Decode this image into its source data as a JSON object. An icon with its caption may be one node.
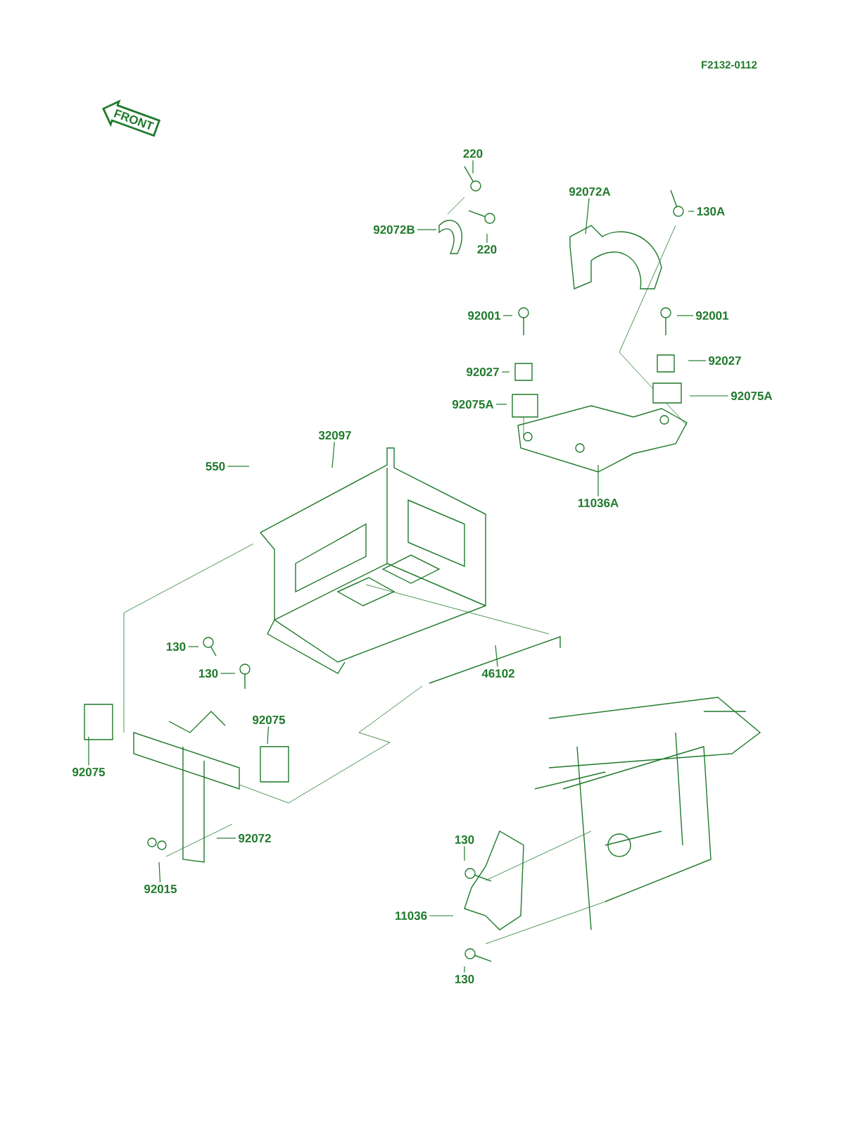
{
  "diagram": {
    "nodes": [
      {
        "text": [
          "FRONT"
        ]
      },
      {
        "text": [
          "220"
        ]
      },
      {
        "text": [
          "92072B"
        ]
      },
      {
        "text": [
          "220"
        ]
      },
      {
        "text": [
          "92072A"
        ]
      },
      {
        "text": [
          "130A"
        ]
      },
      {
        "text": [
          "92001"
        ]
      },
      {
        "text": [
          "92001"
        ]
      },
      {
        "text": [
          "92027"
        ]
      },
      {
        "text": [
          "92027"
        ]
      },
      {
        "text": [
          "92075A"
        ]
      },
      {
        "text": [
          "92075A"
        ]
      },
      {
        "text": [
          "32097"
        ]
      },
      {
        "text": [
          "550"
        ]
      },
      {
        "text": [
          "11036A"
        ]
      },
      {
        "text": [
          "130"
        ]
      },
      {
        "text": [
          "130"
        ]
      },
      {
        "text": [
          "46102"
        ]
      },
      {
        "text": [
          "92075"
        ]
      },
      {
        "text": [
          "92075"
        ]
      },
      {
        "text": [
          "92072"
        ]
      },
      {
        "text": [
          "92015"
        ]
      },
      {
        "text": [
          "130"
        ]
      },
      {
        "text": [
          "11036"
        ]
      },
      {
        "text": [
          "130"
        ]
      }
    ],
    "edges": [
      {
        "from": 1,
        "to": null,
        "arrow": "none"
      },
      {
        "from": 2,
        "to": null,
        "arrow": "none"
      },
      {
        "from": 3,
        "to": null,
        "arrow": "none"
      },
      {
        "from": 4,
        "to": null,
        "arrow": "none"
      },
      {
        "from": 5,
        "to": null,
        "arrow": "none"
      },
      {
        "from": 6,
        "to": null,
        "arrow": "none"
      },
      {
        "from": 7,
        "to": null,
        "arrow": "none"
      },
      {
        "from": 8,
        "to": null,
        "arrow": "none"
      },
      {
        "from": 9,
        "to": null,
        "arrow": "none"
      },
      {
        "from": 10,
        "to": null,
        "arrow": "none"
      },
      {
        "from": 11,
        "to": null,
        "arrow": "none"
      },
      {
        "from": 12,
        "to": null,
        "arrow": "none"
      },
      {
        "from": 13,
        "to": null,
        "arrow": "none"
      },
      {
        "from": 14,
        "to": null,
        "arrow": "none"
      },
      {
        "from": 15,
        "to": null,
        "arrow": "none"
      },
      {
        "from": 16,
        "to": null,
        "arrow": "none"
      },
      {
        "from": 17,
        "to": null,
        "arrow": "none"
      },
      {
        "from": 18,
        "to": null,
        "arrow": "none"
      },
      {
        "from": 19,
        "to": null,
        "arrow": "none"
      },
      {
        "from": 20,
        "to": null,
        "arrow": "none"
      },
      {
        "from": 21,
        "to": null,
        "arrow": "none"
      },
      {
        "from": 22,
        "to": null,
        "arrow": "none"
      },
      {
        "from": 23,
        "to": null,
        "arrow": "none"
      },
      {
        "from": 24,
        "to": null,
        "arrow": "none"
      }
    ],
    "labels": [
      "F2132-0112"
    ]
  }
}
